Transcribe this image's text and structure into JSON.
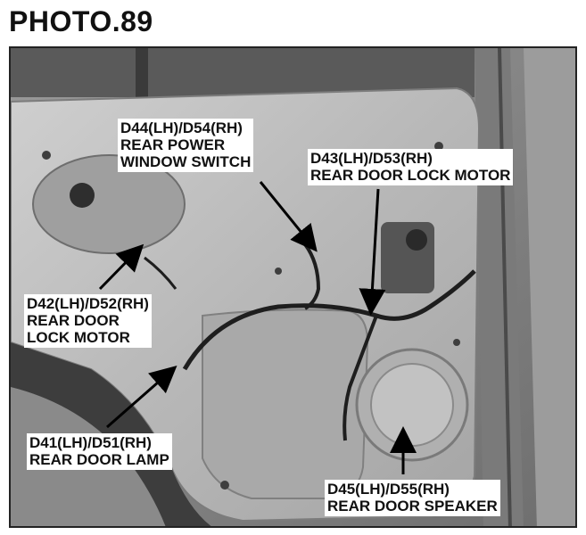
{
  "title": "PHOTO.89",
  "colors": {
    "photo_background": "#8e8e8e",
    "door_panel": "#b9b9b9",
    "label_background": "#ffffff",
    "label_text": "#111111"
  },
  "callouts": {
    "power_window_switch": {
      "line1": "D44(LH)/D54(RH)",
      "line2": "REAR POWER",
      "line3": "WINDOW SWITCH"
    },
    "door_lock_motor_right": {
      "line1": "D43(LH)/D53(RH)",
      "line2": "REAR DOOR LOCK MOTOR"
    },
    "door_lock_motor_left": {
      "line1": "D42(LH)/D52(RH)",
      "line2": "REAR DOOR",
      "line3": "LOCK MOTOR"
    },
    "door_lamp": {
      "line1": "D41(LH)/D51(RH)",
      "line2": "REAR DOOR LAMP"
    },
    "door_speaker": {
      "line1": "D45(LH)/D55(RH)",
      "line2": "REAR DOOR SPEAKER"
    }
  }
}
